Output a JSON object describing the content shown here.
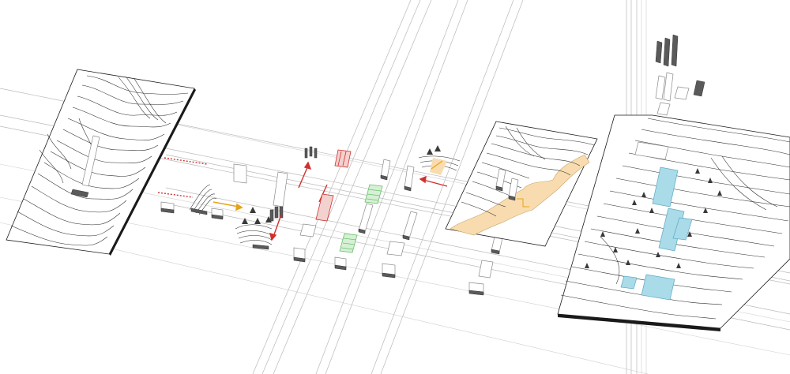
{
  "title": "",
  "diagram": {
    "type": "exploded axonometric landscape diagram",
    "colors": {
      "contour": "#2a2a2a",
      "guide_line": "#b9b9b9",
      "arrow_red": "#d0312d",
      "arrow_orange": "#e8a21a",
      "hatch_green": "#6cc06c",
      "sand_fill": "#f8dcaf",
      "water_fill": "#a9dbe9",
      "tree": "#3a3a3a"
    },
    "panels": [
      {
        "name": "existing-terrain"
      },
      {
        "name": "intervention-terrain"
      },
      {
        "name": "final-plan"
      }
    ]
  }
}
